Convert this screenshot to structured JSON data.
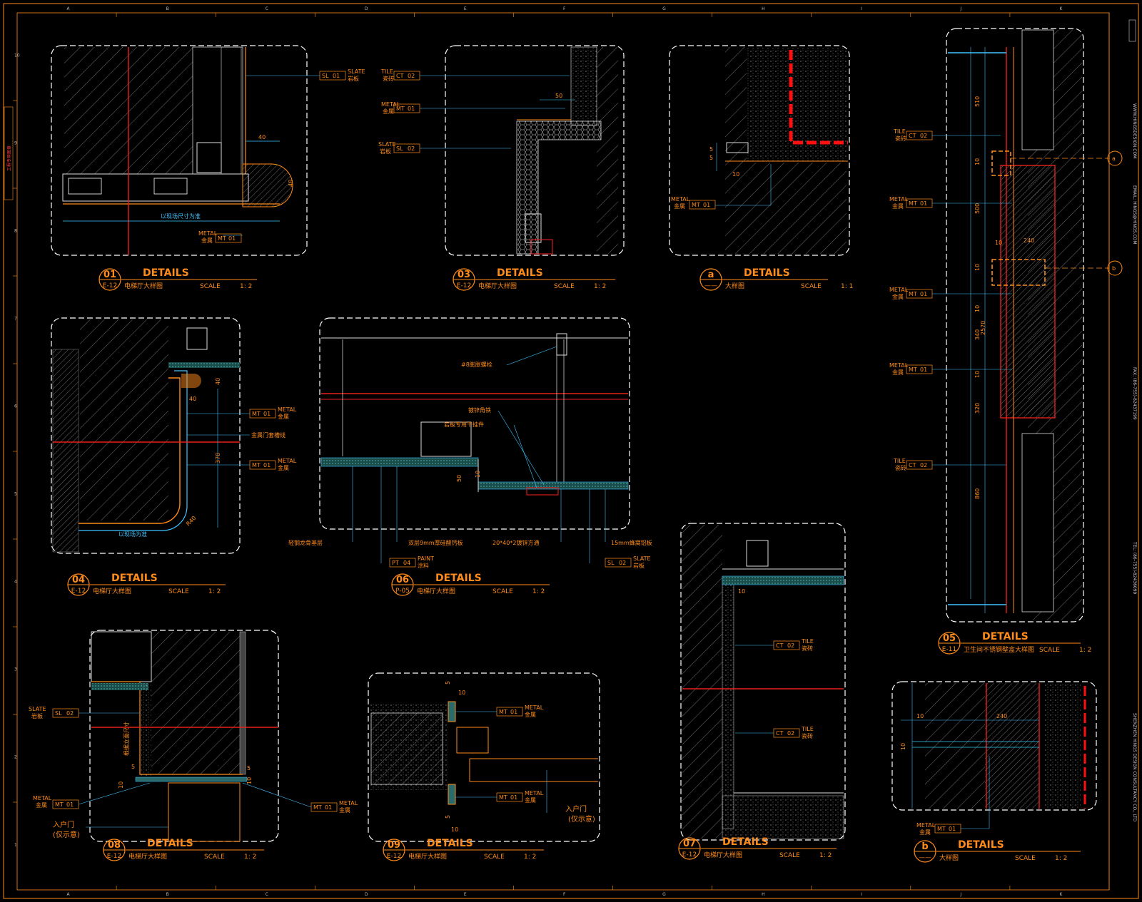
{
  "colors": {
    "background": "#000000",
    "frame": "#ff8c1a",
    "outline": "#ffffff",
    "section_line": "#e8201a",
    "dimension": "#3fc4ff",
    "annotation": "#ff8c1a",
    "hatch": "#a0a0a0",
    "highlight_red": "#ff1010"
  },
  "grid": {
    "columns": [
      "A",
      "B",
      "C",
      "D",
      "E",
      "F",
      "G",
      "H",
      "I",
      "J",
      "K"
    ],
    "rows": [
      "10",
      "9",
      "8",
      "7",
      "6",
      "5",
      "4",
      "3",
      "2",
      "1"
    ]
  },
  "sidebar": {
    "company": "SHENZHEN HINGS DESIGN CONSULTANCY CO., LTD",
    "tel": "TEL: (86-755)-82436099",
    "fax": "FAX: (86-755)-82437199",
    "email": "EMAIL: HINGS@HINGS.COM",
    "web": "WWW.HINGSDESIGN.COM",
    "stamp": "工程专用图章"
  },
  "details": [
    {
      "id": "01",
      "title": "DETAILS",
      "ref": "E-12",
      "desc": "电梯厅大样图",
      "scale_label": "SCALE",
      "scale": "1: 2"
    },
    {
      "id": "03",
      "title": "DETAILS",
      "ref": "E-12",
      "desc": "电梯厅大样图",
      "scale_label": "SCALE",
      "scale": "1: 2"
    },
    {
      "id": "a",
      "title": "DETAILS",
      "ref": "——",
      "desc": "大样图",
      "scale_label": "SCALE",
      "scale": "1: 1"
    },
    {
      "id": "05",
      "title": "DETAILS",
      "ref": "E-11",
      "desc": "卫生间不锈钢壁盒大样图",
      "scale_label": "SCALE",
      "scale": "1: 2"
    },
    {
      "id": "04",
      "title": "DETAILS",
      "ref": "E-12",
      "desc": "电梯厅大样图",
      "scale_label": "SCALE",
      "scale": "1: 2"
    },
    {
      "id": "06",
      "title": "DETAILS",
      "ref": "P-05",
      "desc": "电梯厅大样图",
      "scale_label": "SCALE",
      "scale": "1: 2"
    },
    {
      "id": "08",
      "title": "DETAILS",
      "ref": "E-12",
      "desc": "电梯厅大样图",
      "scale_label": "SCALE",
      "scale": "1: 2"
    },
    {
      "id": "09",
      "title": "DETAILS",
      "ref": "E-12",
      "desc": "电梯厅大样图",
      "scale_label": "SCALE",
      "scale": "1: 2"
    },
    {
      "id": "07",
      "title": "DETAILS",
      "ref": "E-12",
      "desc": "电梯厅大样图",
      "scale_label": "SCALE",
      "scale": "1: 2"
    },
    {
      "id": "b",
      "title": "DETAILS",
      "ref": "——",
      "desc": "大样图",
      "scale_label": "SCALE",
      "scale": "1: 2"
    }
  ],
  "materials": {
    "slate": {
      "code": "SL",
      "num": "01",
      "en": "SLATE",
      "cn": "岩板"
    },
    "slate02": {
      "code": "SL",
      "num": "02",
      "en": "SLATE",
      "cn": "岩板"
    },
    "metal": {
      "code": "MT",
      "num": "01",
      "en": "METAL",
      "cn": "金属"
    },
    "tile": {
      "code": "CT",
      "num": "02",
      "en": "TILE",
      "cn": "瓷砖"
    },
    "paint": {
      "code": "PT",
      "num": "04",
      "en": "PAINT",
      "cn": "涂料"
    }
  },
  "notes": {
    "d01_dim": "以现场尺寸为准",
    "d04_dim": "以现场为准",
    "d06_bolt": "#8膨胀螺栓",
    "d06_angle": "镀锌角铁",
    "d06_hanger": "岩板专用干挂件",
    "d06_keel": "轻钢龙骨基层",
    "d06_board": "双层9mm厚硅酸钙板",
    "d06_tube": "20*40*2镀锌方通",
    "d06_honeycomb": "15mm蜂窝铝板",
    "d04_groove": "金属门套槽线",
    "d08_site": "根据立面尺寸",
    "door": "入户门",
    "door_note": "(仅示意)"
  },
  "dimensions": {
    "d01": [
      "40",
      "40"
    ],
    "d03": [
      "50"
    ],
    "da": [
      "5",
      "5",
      "10"
    ],
    "d04": [
      "40",
      "40",
      "370",
      "R40"
    ],
    "d06": [
      "50",
      "10"
    ],
    "d05": [
      "510",
      "10",
      "500",
      "10",
      "240",
      "10",
      "340",
      "10",
      "320",
      "10",
      "860",
      "2570"
    ],
    "d08": [
      "5",
      "10",
      "10",
      "5"
    ],
    "d09": [
      "5",
      "10",
      "5",
      "10"
    ],
    "d07": [
      "10"
    ],
    "db": [
      "10",
      "240",
      "10"
    ]
  }
}
